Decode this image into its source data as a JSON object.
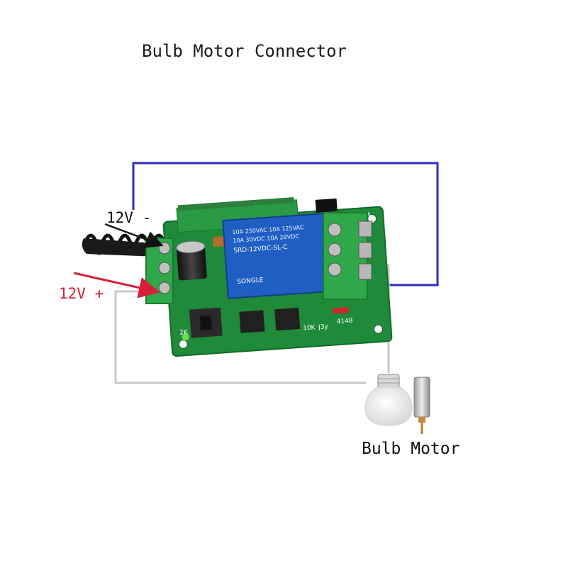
{
  "title": "Bulb Motor Connector",
  "labels": {
    "negative": "12V -",
    "positive": "12V +",
    "loads": "Bulb Motor"
  },
  "relay": {
    "rating_1": "10A 250VAC 10A 125VAC",
    "rating_2": "10A 30VDC 10A 28VDC",
    "model": "SRD-12VDC-SL-C",
    "brand": "SONGLE"
  },
  "board_marks": {
    "terminal": "1A",
    "resistor": "10K",
    "transistor": "J3y",
    "diode": "4148",
    "jumper": "2K"
  },
  "colors": {
    "pcb": "#1f8a3a",
    "terminal_block": "#2fa84a",
    "relay": "#1f5fc4",
    "loop_wire": "#2a2fb8",
    "load_wire": "#c8c8c8",
    "positive_arrow": "#d81e3a",
    "negative_arrow": "#111111"
  },
  "icons": [
    "antenna-coil-icon",
    "light-bulb-icon",
    "dc-motor-icon"
  ]
}
